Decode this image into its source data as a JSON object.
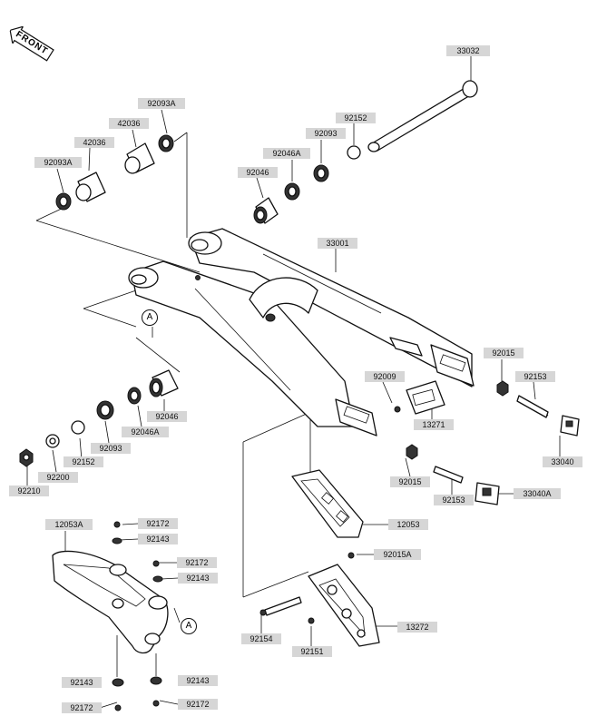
{
  "front_arrow": {
    "text": "FRONT"
  },
  "callout": "A",
  "labels": [
    "33032",
    "92093A",
    "42036",
    "92152",
    "92093",
    "92046A",
    "42036",
    "92093A",
    "92046",
    "33001",
    "92015",
    "92153",
    "92009",
    "13271",
    "33040",
    "92015",
    "92153",
    "33040A",
    "92046",
    "92046A",
    "92093",
    "92152",
    "92200",
    "92210",
    "12053",
    "92015A",
    "12053A",
    "92172",
    "92143",
    "92172",
    "92143",
    "13272",
    "92154",
    "92151",
    "92143",
    "92143",
    "92172",
    "92172"
  ]
}
